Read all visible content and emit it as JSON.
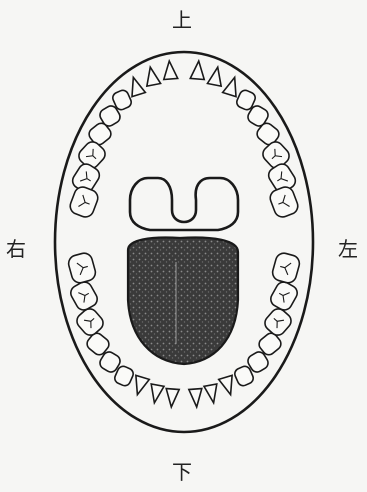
{
  "labels": {
    "top": "上",
    "bottom": "下",
    "left": "右",
    "right": "左"
  },
  "colors": {
    "background": "#f6f6f4",
    "outline": "#1a1a1a",
    "tongue": "#3a3a3a"
  }
}
